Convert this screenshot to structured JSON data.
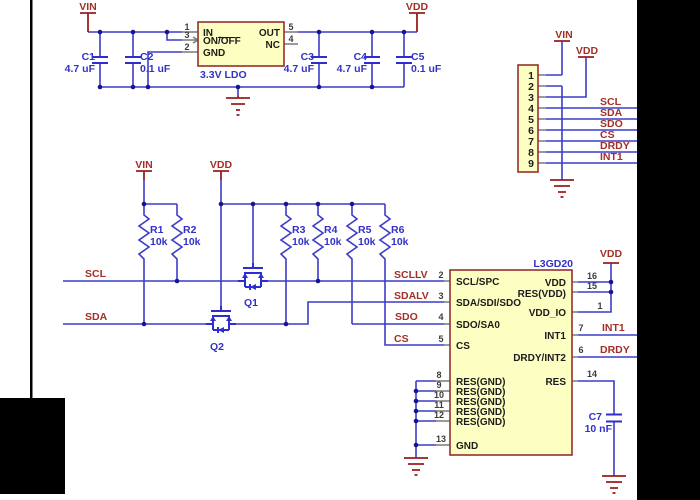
{
  "colors": {
    "wire_blue": "#3c3cc8",
    "label_red": "#a33028",
    "component_blue": "#3232c8",
    "ic_fill": "#fdffc2",
    "ic_border": "#94302c",
    "pin_gray": "#7a7a7a",
    "junction": "#16168c",
    "background": "#ffffff",
    "matte": "#000000"
  },
  "power": {
    "vin": "VIN",
    "vdd": "VDD"
  },
  "ldo": {
    "label": "3.3V LDO",
    "pin_in": "IN",
    "pin_on": "ON/",
    "pin_off": "OFF",
    "pin_gnd": "GND",
    "pin_out": "OUT",
    "pin_nc": "NC",
    "num_in": "1",
    "num_on": "3",
    "num_gnd": "2",
    "num_out": "5",
    "num_nc": "4"
  },
  "caps": [
    {
      "ref": "C1",
      "val": "4.7 uF"
    },
    {
      "ref": "C2",
      "val": "0.1 uF"
    },
    {
      "ref": "C3",
      "val": "4.7 uF"
    },
    {
      "ref": "C4",
      "val": "4.7 uF"
    },
    {
      "ref": "C5",
      "val": "0.1 uF"
    },
    {
      "ref": "C7",
      "val": "10 nF"
    }
  ],
  "resistors": [
    {
      "ref": "R1",
      "val": "10k"
    },
    {
      "ref": "R2",
      "val": "10k"
    },
    {
      "ref": "R3",
      "val": "10k"
    },
    {
      "ref": "R4",
      "val": "10k"
    },
    {
      "ref": "R5",
      "val": "10k"
    },
    {
      "ref": "R6",
      "val": "10k"
    }
  ],
  "fets": {
    "q1": "Q1",
    "q2": "Q2"
  },
  "nets": {
    "scl": "SCL",
    "sda": "SDA",
    "sdo": "SDO",
    "cs": "CS",
    "drdy": "DRDY",
    "int1": "INT1",
    "scllv": "SCLLV",
    "sdalv": "SDALV"
  },
  "connector": {
    "pins": [
      "1",
      "2",
      "3",
      "4",
      "5",
      "6",
      "7",
      "8",
      "9"
    ]
  },
  "ic": {
    "part": "L3GD20",
    "left": [
      {
        "num": "2",
        "name": "SCL/SPC"
      },
      {
        "num": "3",
        "name": "SDA/SDI/SDO"
      },
      {
        "num": "4",
        "name": "SDO/SA0"
      },
      {
        "num": "5",
        "name": "CS"
      },
      {
        "num": "8",
        "name": "RES(GND)"
      },
      {
        "num": "9",
        "name": "RES(GND)"
      },
      {
        "num": "10",
        "name": "RES(GND)"
      },
      {
        "num": "11",
        "name": "RES(GND)"
      },
      {
        "num": "12",
        "name": "RES(GND)"
      },
      {
        "num": "13",
        "name": "GND"
      }
    ],
    "right": [
      {
        "num": "16",
        "name": "VDD"
      },
      {
        "num": "15",
        "name": "RES(VDD)"
      },
      {
        "num": "1",
        "name": "VDD_IO"
      },
      {
        "num": "7",
        "name": "INT1"
      },
      {
        "num": "6",
        "name": "DRDY/INT2"
      },
      {
        "num": "14",
        "name": "RES"
      }
    ]
  }
}
